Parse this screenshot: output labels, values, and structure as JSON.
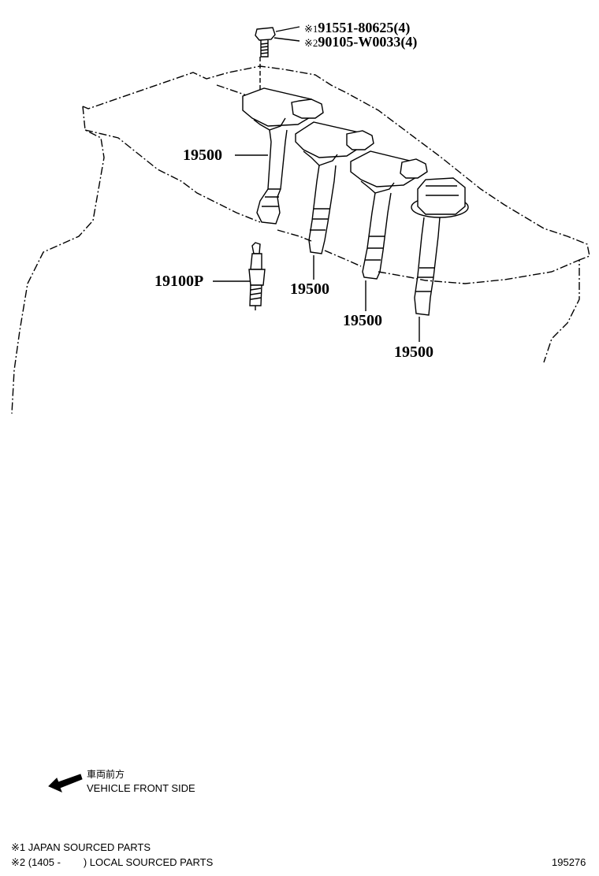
{
  "labels": {
    "bolt_jp": "※1",
    "bolt_jp_part": "91551-80625(4)",
    "bolt_local": "※2",
    "bolt_local_part": "90105-W0033(4)",
    "coil_1": "19500",
    "coil_2": "19500",
    "coil_3": "19500",
    "coil_4": "19500",
    "spark_plug": "19100P"
  },
  "direction": {
    "japanese": "車両前方",
    "english": "VEHICLE FRONT SIDE",
    "icon": "arrow-left-icon"
  },
  "notes": {
    "japan_sourced": "※1 JAPAN SOURCED PARTS",
    "local_sourced": "※2 (1405 -        ) LOCAL SOURCED PARTS"
  },
  "diagram_number": "195276"
}
